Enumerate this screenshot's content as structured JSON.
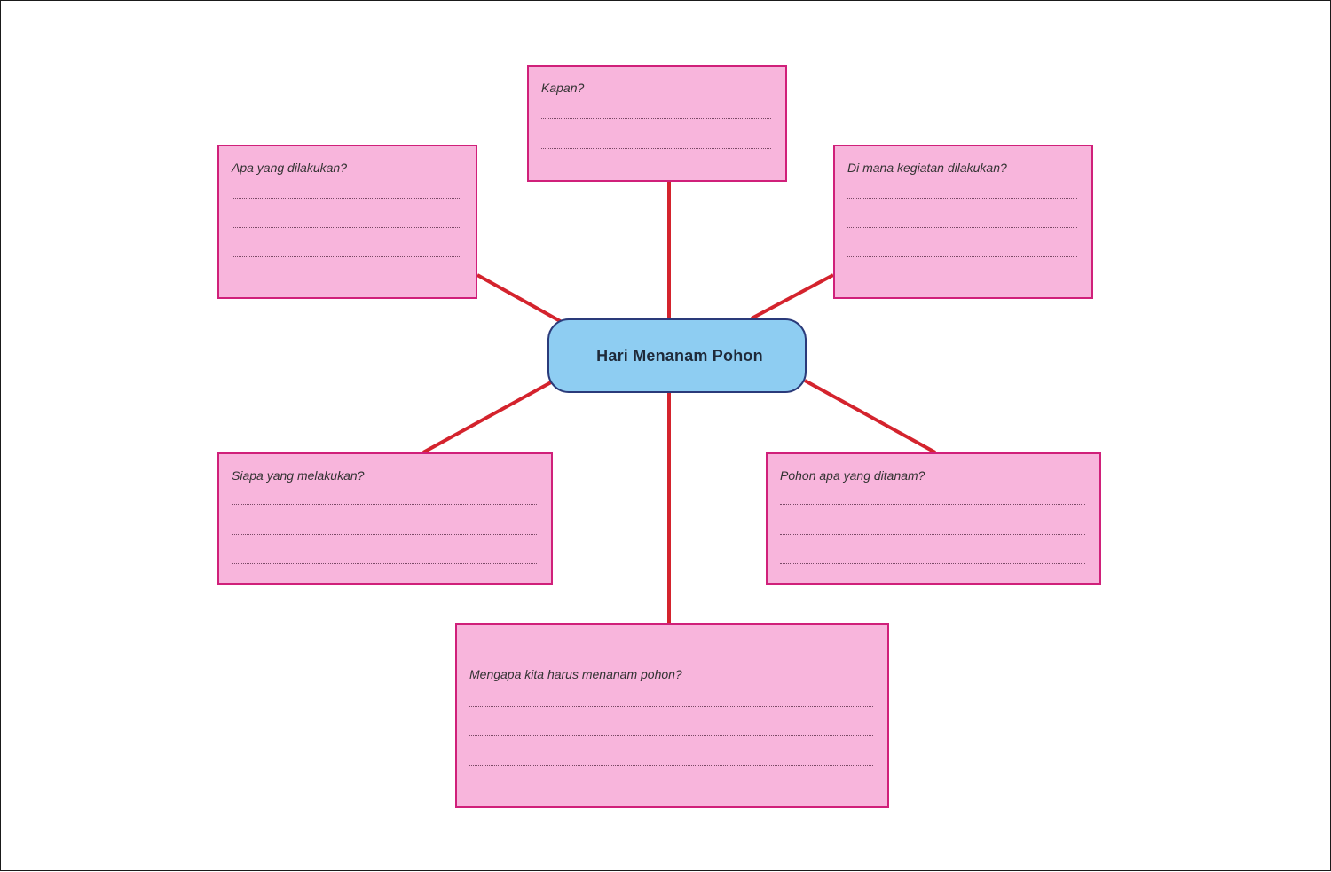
{
  "center": {
    "label": "Hari Menanam Pohon"
  },
  "boxes": {
    "when": {
      "title": "Kapan?"
    },
    "what": {
      "title": "Apa yang dilakukan?"
    },
    "where": {
      "title": "Di mana kegiatan dilakukan?"
    },
    "who": {
      "title": "Siapa yang melakukan?"
    },
    "which_tree": {
      "title": "Pohon apa yang ditanam?"
    },
    "why": {
      "title": "Mengapa kita harus menanam pohon?"
    }
  },
  "colors": {
    "box_fill": "#f8b5dc",
    "box_border": "#d0207a",
    "center_fill": "#8ecdf2",
    "center_border": "#2a3a7a",
    "connector": "#d4232d"
  }
}
